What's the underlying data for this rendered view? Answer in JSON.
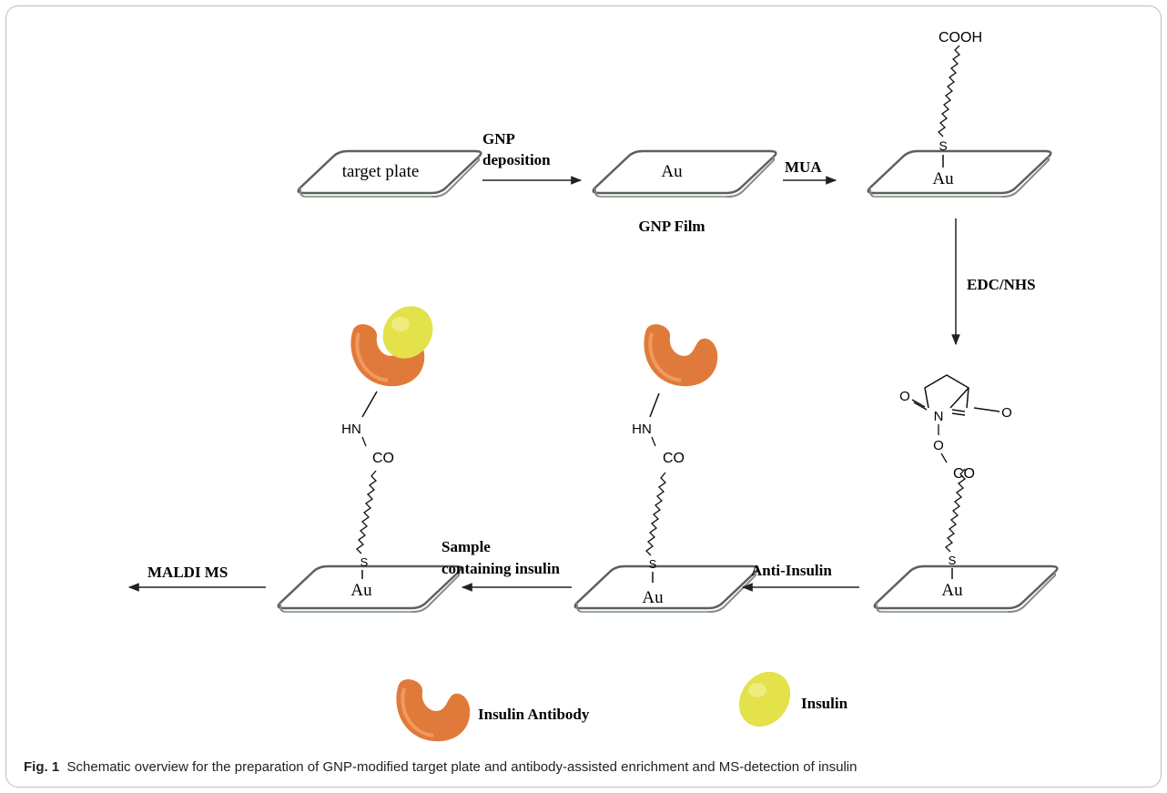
{
  "plates": {
    "target": "target plate",
    "au": "Au",
    "gnp_film": "GNP Film"
  },
  "steps": {
    "gnp_deposition_1": "GNP",
    "gnp_deposition_2": "deposition",
    "mua": "MUA",
    "edc_nhs": "EDC/NHS",
    "anti_insulin": "Anti-Insulin",
    "sample_1": "Sample",
    "sample_2": "containing insulin",
    "maldi": "MALDI MS"
  },
  "chem": {
    "cooh": "COOH",
    "s": "S",
    "o": "O",
    "n": "N",
    "co": "CO",
    "hn": "HN"
  },
  "legend": {
    "antibody": "Insulin Antibody",
    "insulin": "Insulin"
  },
  "caption": {
    "label": "Fig. 1",
    "text": "Schematic overview for the preparation of GNP-modified target plate and antibody-assisted enrichment and MS-detection of insulin"
  },
  "colors": {
    "antibody": "#e07a3a",
    "insulin": "#e3e24a",
    "plate_edge": "#6b6b6b"
  }
}
